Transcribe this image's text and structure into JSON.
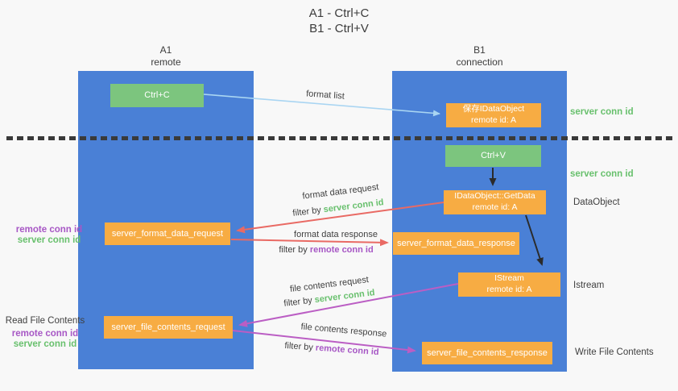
{
  "title": {
    "line1": "A1 - Ctrl+C",
    "line2": "B1 - Ctrl+V"
  },
  "lanes": {
    "a1": {
      "name": "A1",
      "role": "remote"
    },
    "b1": {
      "name": "B1",
      "role": "connection"
    }
  },
  "nodes": {
    "ctrl_c": {
      "label": "Ctrl+C"
    },
    "save_obj": {
      "line1": "保存IDataObject",
      "line2": "remote id: A"
    },
    "ctrl_v": {
      "label": "Ctrl+V"
    },
    "getdata": {
      "line1": "IDataObject::GetData",
      "line2": "remote id: A"
    },
    "format_request": {
      "label": "server_format_data_request"
    },
    "format_response": {
      "label": "server_format_data_response"
    },
    "istream": {
      "line1": "IStream",
      "line2": "remote id: A"
    },
    "file_request": {
      "label": "server_file_contents_request"
    },
    "file_response": {
      "label": "server_file_contents_response"
    }
  },
  "right_labels": {
    "server_conn_id_top": "server conn id",
    "server_conn_id_mid": "server conn id",
    "dataobject": "DataObject",
    "istream": "Istream",
    "write_file_contents": "Write File Contents"
  },
  "left_labels": {
    "group1": {
      "remote_conn_id": "remote conn id",
      "server_conn_id": "server conn id"
    },
    "group2": {
      "read_file_contents": "Read File Contents",
      "remote_conn_id": "remote conn id",
      "server_conn_id": "server conn id"
    }
  },
  "flow_labels": {
    "format_list": "format list",
    "format_data_request": "format data request",
    "format_data_response": "format data response",
    "file_contents_request": "file contents request",
    "file_contents_response": "file contents response",
    "filter_by": "filter by ",
    "server_conn_id": "server conn id",
    "remote_conn_id": "remote conn id"
  },
  "colors": {
    "lane_blue": "#4a80d6",
    "box_orange": "#f7ac43",
    "box_green": "#7cc57e",
    "arrow_red": "#e96a64",
    "arrow_magenta": "#bb5ec4",
    "arrow_lightblue": "#a9d5f2",
    "arrow_black": "#2b2b2b",
    "text_green": "#68c06d",
    "text_purple": "#a757c5"
  }
}
